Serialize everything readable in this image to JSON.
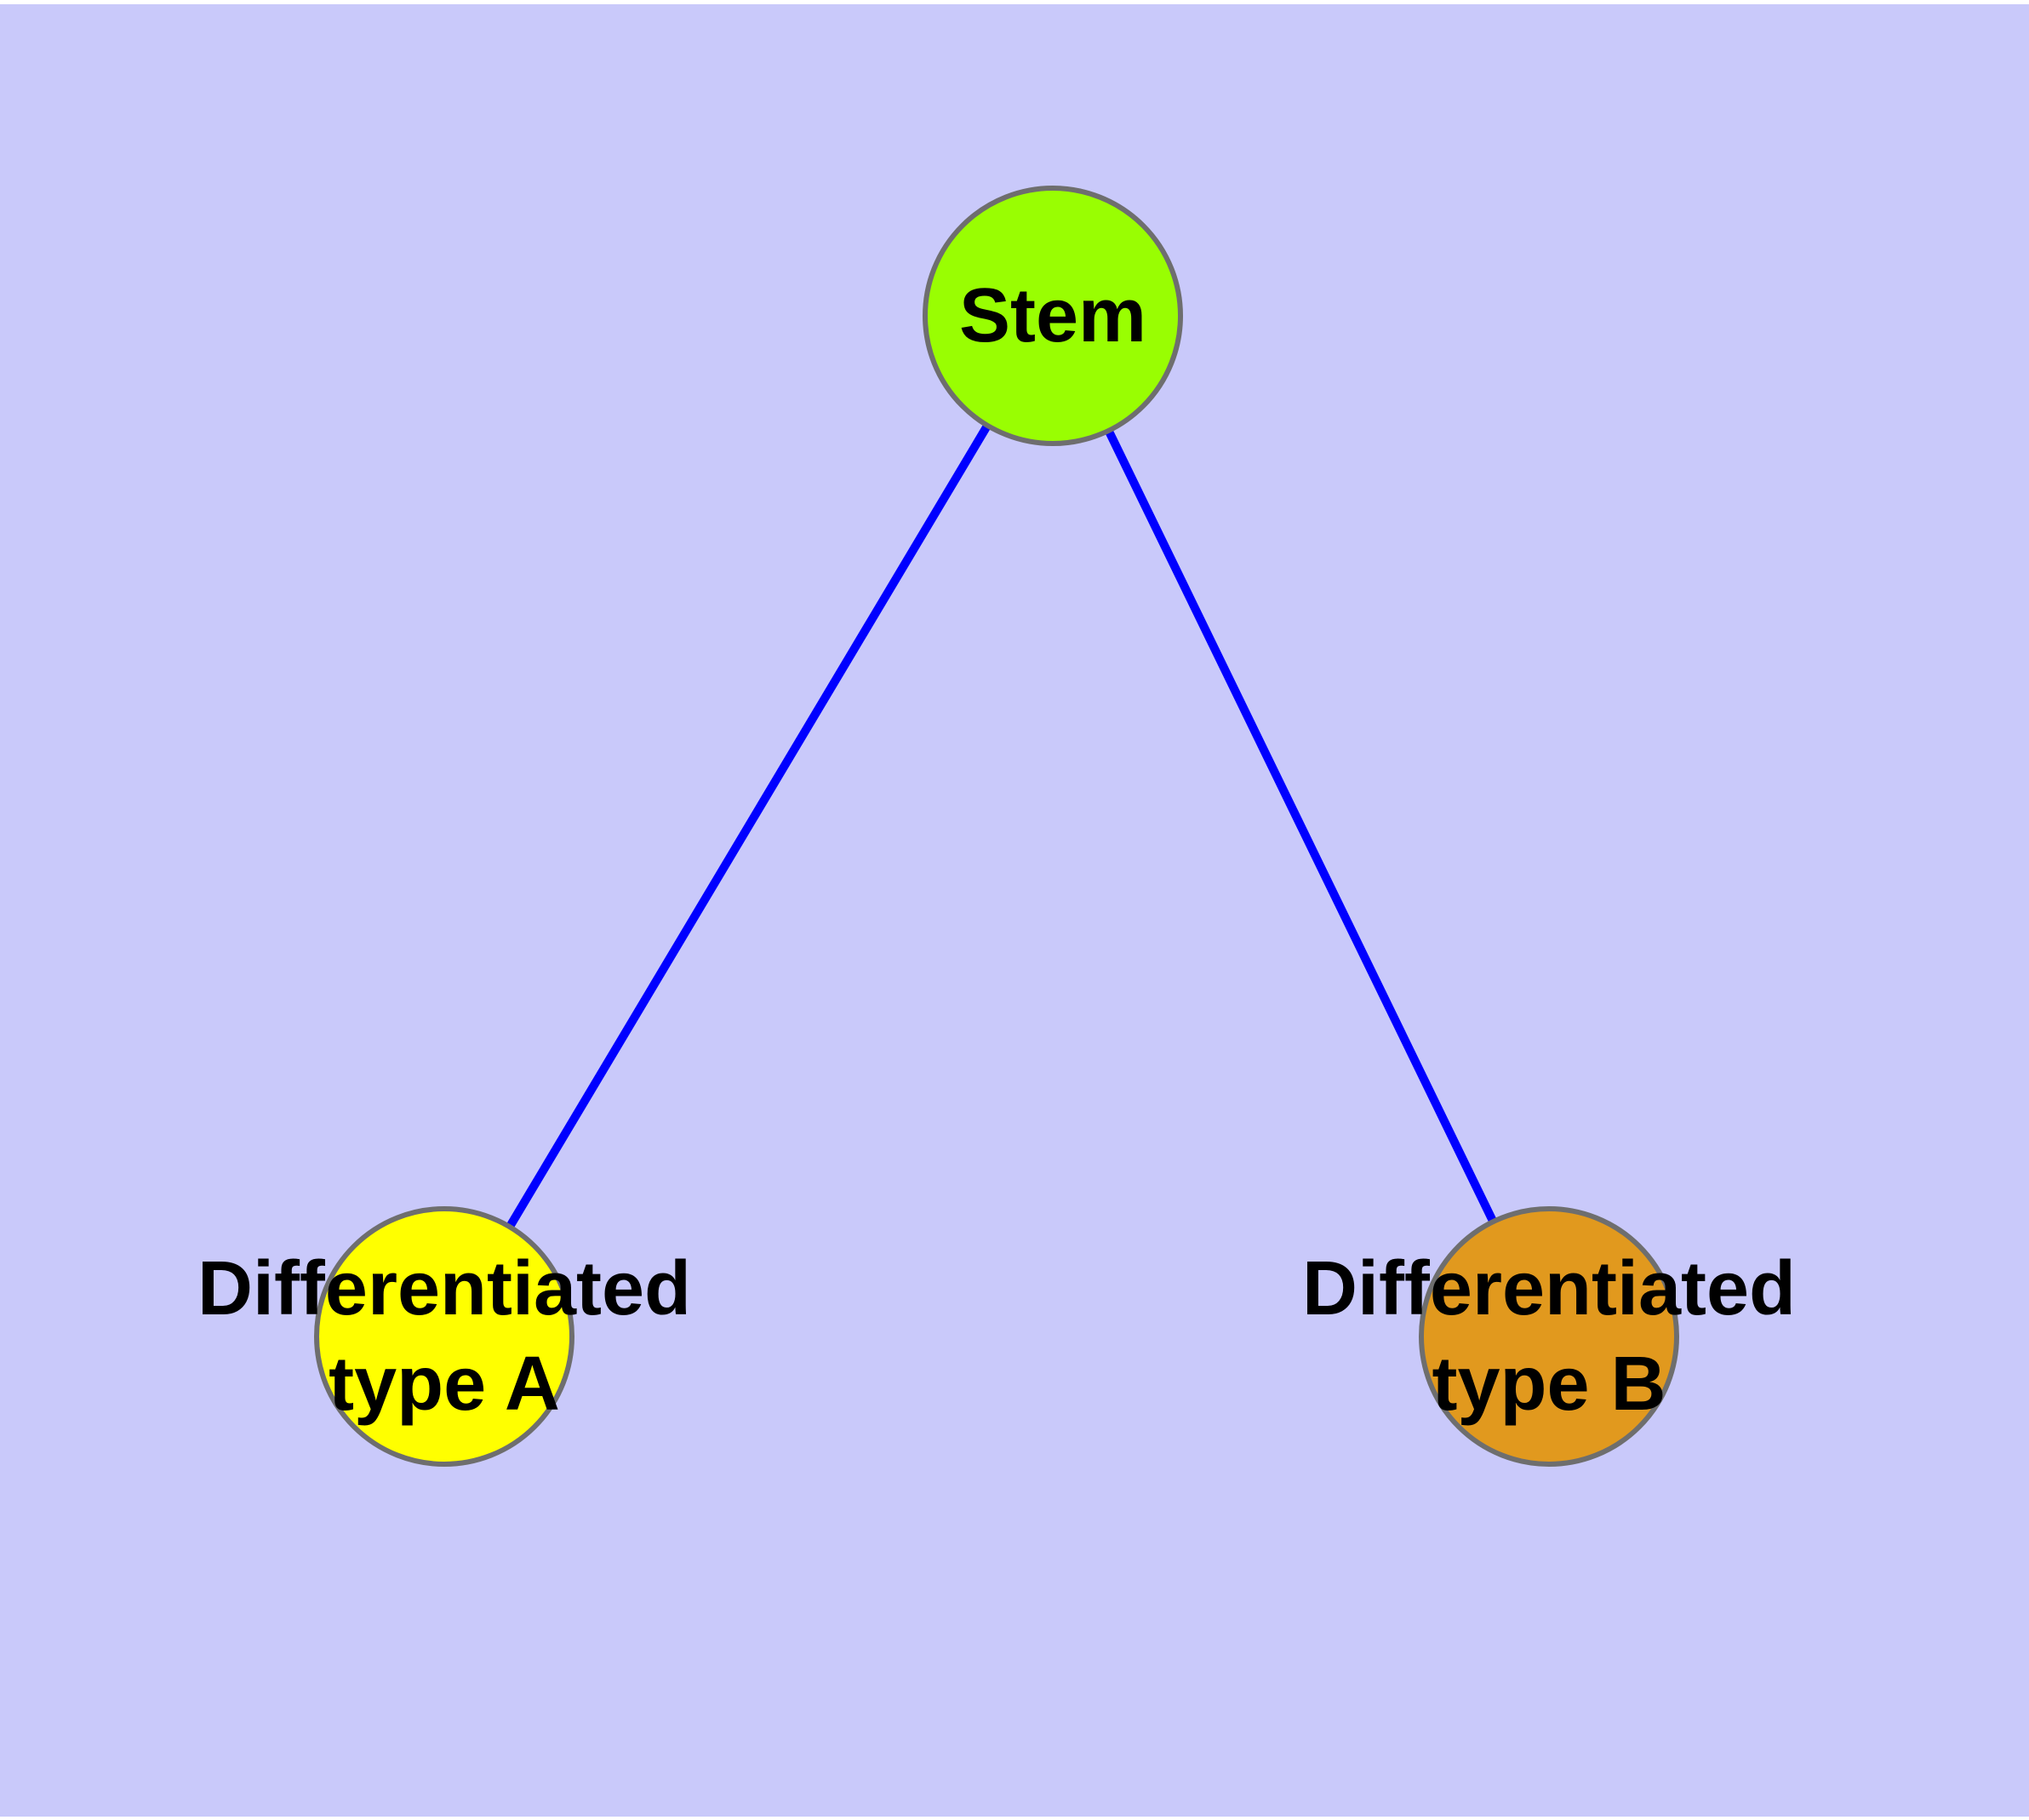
{
  "diagram": {
    "type": "node-link-graph",
    "description": "Cell differentiation tree: a stem node with two differentiated child types",
    "background_color": "#c9c9fa",
    "page_margin_color": "#ffffff",
    "edge_color": "#0000ff",
    "node_border_color": "#6e6e6e",
    "label_color": "#000000",
    "nodes": [
      {
        "id": "stem",
        "label": "Stem",
        "label_line1": "Stem",
        "label_line2": "",
        "fill": "#99fe02"
      },
      {
        "id": "type-a",
        "label": "Differentiated type A",
        "label_line1": "Differentiated",
        "label_line2": "type A",
        "fill": "#ffff00"
      },
      {
        "id": "type-b",
        "label": "Differentiated type B",
        "label_line1": "Differentiated",
        "label_line2": "type B",
        "fill": "#e1991e"
      }
    ],
    "edges": [
      {
        "from": "Stem",
        "to": "Differentiated type A"
      },
      {
        "from": "Stem",
        "to": "Differentiated type B"
      }
    ]
  }
}
